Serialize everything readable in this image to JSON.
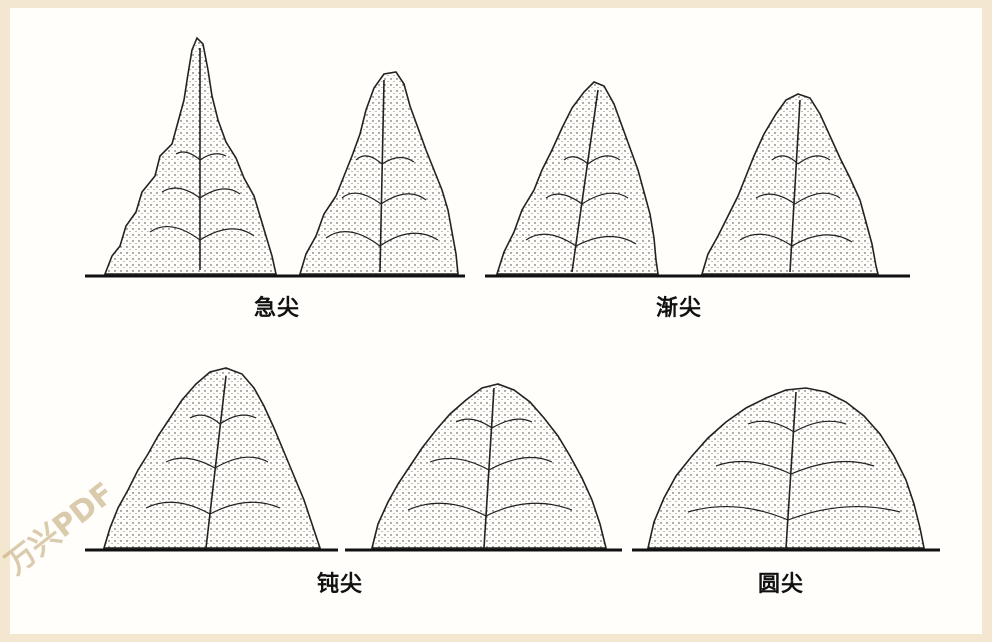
{
  "labels": {
    "acute": "急尖",
    "acuminate": "渐尖",
    "obtuse": "钝尖",
    "rounded": "圆尖"
  },
  "watermark": "万兴PDF",
  "leaves": [
    {
      "name": "leaf-acute-1",
      "group": "acute"
    },
    {
      "name": "leaf-acute-2",
      "group": "acute"
    },
    {
      "name": "leaf-acuminate-1",
      "group": "acuminate"
    },
    {
      "name": "leaf-acuminate-2",
      "group": "acuminate"
    },
    {
      "name": "leaf-obtuse-1",
      "group": "obtuse"
    },
    {
      "name": "leaf-obtuse-2",
      "group": "obtuse"
    },
    {
      "name": "leaf-rounded-1",
      "group": "rounded"
    }
  ]
}
